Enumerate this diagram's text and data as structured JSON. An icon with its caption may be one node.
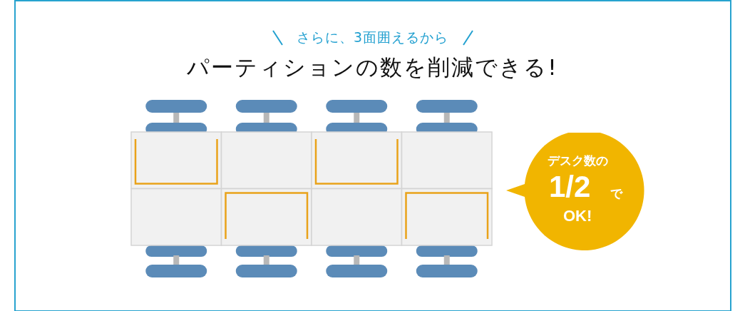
{
  "diagram": {
    "title": "パーティションの数を削減できる!",
    "nodes": [
      {
        "text": [
          "デスク数の",
          "1/2",
          "で",
          "OK!"
        ]
      }
    ],
    "labels": [
      "さらに、3面囲えるから"
    ]
  }
}
